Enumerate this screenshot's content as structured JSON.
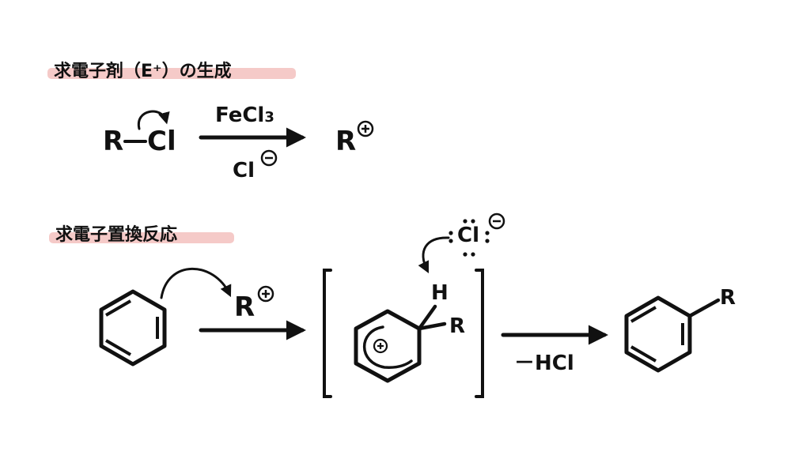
{
  "colors": {
    "ink": "#111111",
    "highlight": "#f2b8b5",
    "background": "#ffffff"
  },
  "section1": {
    "heading": "求電子剤（E⁺）の生成",
    "reactant_r": "R",
    "reactant_cl": "Cl",
    "catalyst_main": "FeCl",
    "catalyst_sub": "3",
    "byproduct": "Cl",
    "product": "R"
  },
  "section2": {
    "heading": "求電子置換反応",
    "reagent": "R",
    "chloride": "Cl",
    "intermediate_h": "H",
    "intermediate_r": "R",
    "elimination": "－HCl",
    "product_r": "R"
  },
  "icons": {
    "plus_charge": "circled-plus-icon",
    "minus_charge": "circled-minus-icon"
  }
}
